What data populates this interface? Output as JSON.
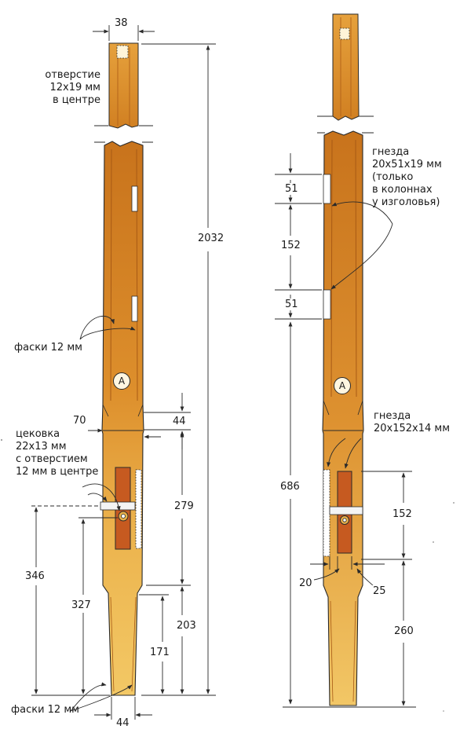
{
  "left_post": {
    "notes": {
      "hole": "отверстие\n12x19 мм\nв центре",
      "chamfer_top": "фаски 12 мм",
      "counterbore": "цековка\n22x13 мм\nс отверстием\n12 мм в центре",
      "chamfer_bottom": "фаски 12 мм"
    },
    "marker": "A",
    "dimensions": {
      "top_width": "38",
      "total_height": "2032",
      "offset_70": "70",
      "offset_44": "44",
      "length_279": "279",
      "length_203": "203",
      "length_346": "346",
      "length_327": "327",
      "length_171": "171",
      "bottom_width": "44"
    }
  },
  "right_post": {
    "notes": {
      "mortises_top": "гнезда\n20x51x19 мм\n(только\nв колоннах\nу изголовья)",
      "mortises_bottom": "гнезда\n20x152x14 мм"
    },
    "marker": "A",
    "dimensions": {
      "mortise_51_a": "51",
      "spacing_152": "152",
      "mortise_51_b": "51",
      "height_686": "686",
      "mortise_152": "152",
      "offset_20": "20",
      "offset_25": "25",
      "length_260": "260"
    }
  },
  "colors": {
    "wood_dark": "#c8731c",
    "wood_mid": "#e09a35",
    "wood_light": "#f0c15a",
    "line": "#2a2a2a"
  }
}
